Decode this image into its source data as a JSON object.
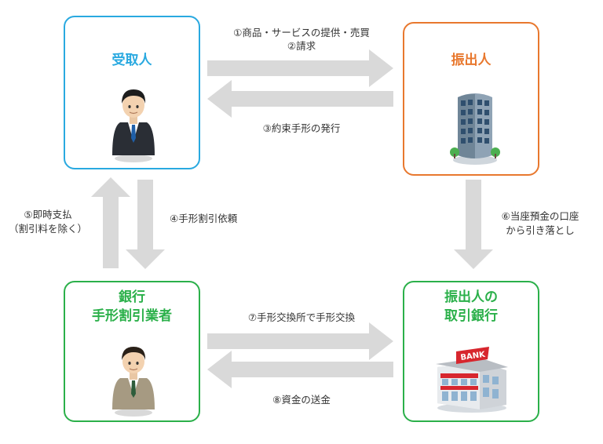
{
  "nodes": {
    "recipient": {
      "title": "受取人",
      "color": "#29a9e0"
    },
    "drawer": {
      "title": "振出人",
      "color": "#e8782e"
    },
    "bank": {
      "title_lines": [
        "銀行",
        "手形割引業者"
      ],
      "color": "#2bb04a"
    },
    "drawer_bank": {
      "title_lines": [
        "振出人の",
        "取引銀行"
      ],
      "color": "#2bb04a"
    }
  },
  "steps": {
    "s1_line1": "①商品・サービスの提供・売買",
    "s1_line2": "②請求",
    "s3": "③約束手形の発行",
    "s4": "④手形割引依頼",
    "s5_line1": "⑤即時支払",
    "s5_line2": "（割引料を除く）",
    "s6_line1": "⑥当座預金の口座",
    "s6_line2": "から引き落とし",
    "s7": "⑦手形交換所で手形交換",
    "s8": "⑧資金の送金"
  },
  "icons": {
    "recipient": "businessman-dark-suit-icon",
    "drawer": "office-building-icon",
    "bank": "businessman-grey-suit-icon",
    "drawer_bank": "bank-building-icon",
    "bank_sign": "BANK"
  },
  "arrow_color": "#d9d9d9"
}
